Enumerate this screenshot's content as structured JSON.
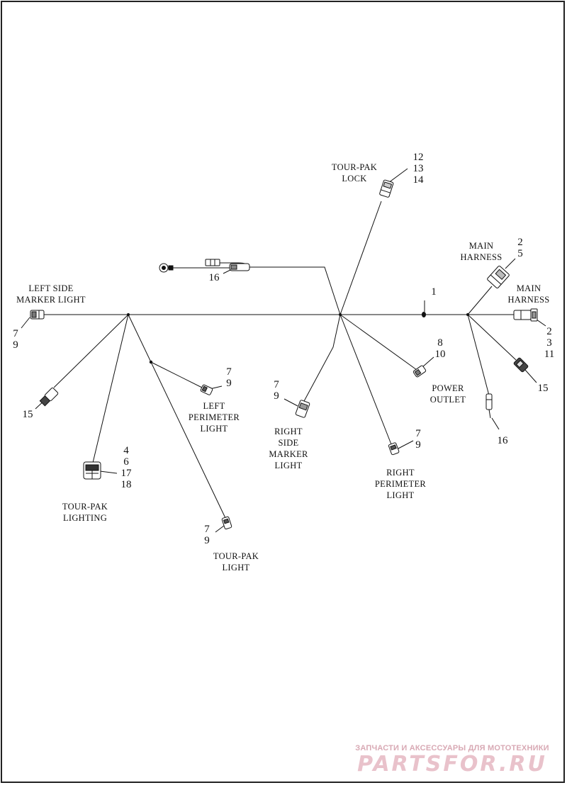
{
  "labels": {
    "tour_pak_lock": [
      "TOUR-PAK",
      "LOCK"
    ],
    "main_harness_upper": [
      "MAIN",
      "HARNESS"
    ],
    "main_harness_right": [
      "MAIN",
      "HARNESS"
    ],
    "left_side_marker_light": [
      "LEFT SIDE",
      "MARKER LIGHT"
    ],
    "left_perimeter_light": [
      "LEFT",
      "PERIMETER",
      "LIGHT"
    ],
    "right_side_marker_light": [
      "RIGHT",
      "SIDE",
      "MARKER",
      "LIGHT"
    ],
    "right_perimeter_light": [
      "RIGHT",
      "PERIMETER",
      "LIGHT"
    ],
    "power_outlet": [
      "POWER",
      "OUTLET"
    ],
    "tour_pak_lighting": [
      "TOUR-PAK",
      "LIGHTING"
    ],
    "tour_pak_light": [
      "TOUR-PAK",
      "LIGHT"
    ]
  },
  "callouts": {
    "tour_pak_lock": [
      "12",
      "13",
      "14"
    ],
    "main_harness_upper": [
      "2",
      "5"
    ],
    "main_harness_right": [
      "2",
      "3",
      "11"
    ],
    "junction": [
      "1"
    ],
    "power_outlet": [
      "8",
      "10"
    ],
    "left_side_marker": [
      "7",
      "9"
    ],
    "left_perimeter": [
      "7",
      "9"
    ],
    "right_side_marker": [
      "7",
      "9"
    ],
    "right_perimeter": [
      "7",
      "9"
    ],
    "tour_pak_light": [
      "7",
      "9"
    ],
    "tour_pak_lighting": [
      "4",
      "6",
      "17",
      "18"
    ],
    "ground_lead": [
      "16"
    ],
    "right_connector_15": [
      "15"
    ],
    "left_connector_15": [
      "15"
    ],
    "right_connector_16": [
      "16"
    ]
  },
  "watermark": {
    "tagline": "ЗАПЧАСТИ И АКСЕССУАРЫ ДЛЯ МОТОТЕХНИКИ",
    "logo": "PARTSFOR.RU"
  }
}
